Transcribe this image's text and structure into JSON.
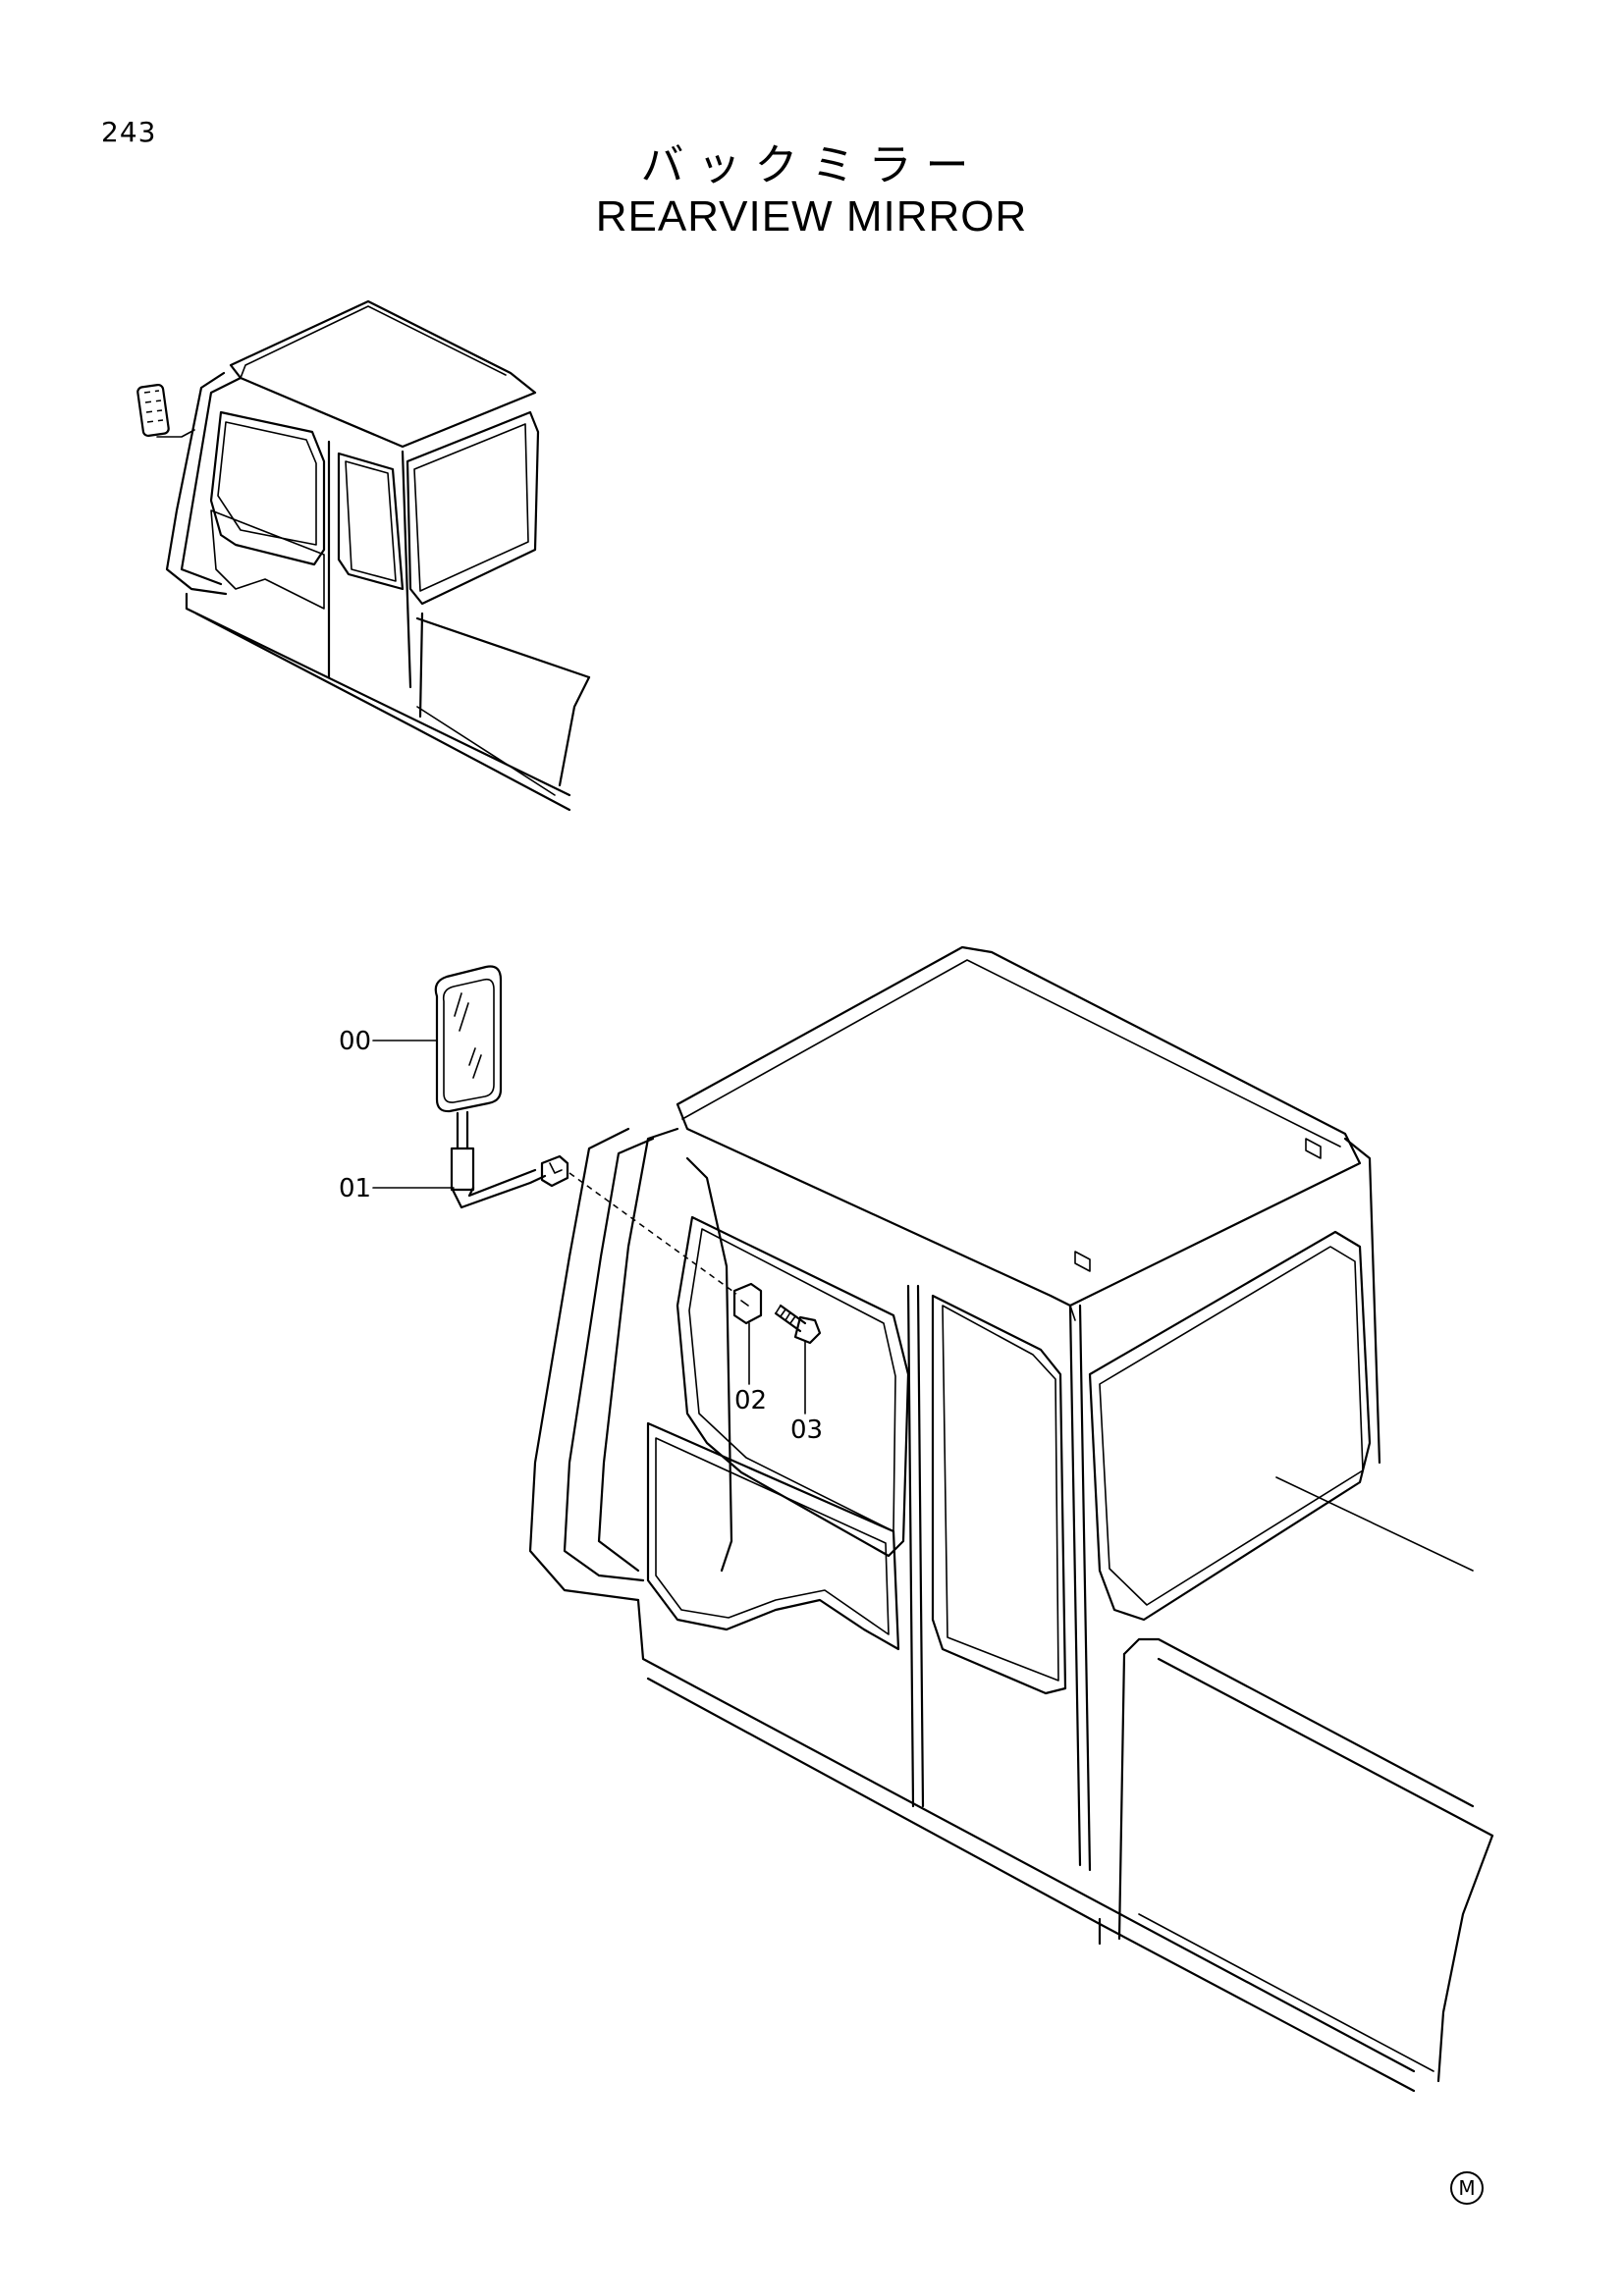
{
  "page": {
    "number": "243"
  },
  "title": {
    "japanese": "バックミラー",
    "english": "REARVIEW MIRROR"
  },
  "callouts": [
    {
      "id": "00"
    },
    {
      "id": "01"
    },
    {
      "id": "02"
    },
    {
      "id": "03"
    }
  ],
  "footer": {
    "mark": "M"
  }
}
